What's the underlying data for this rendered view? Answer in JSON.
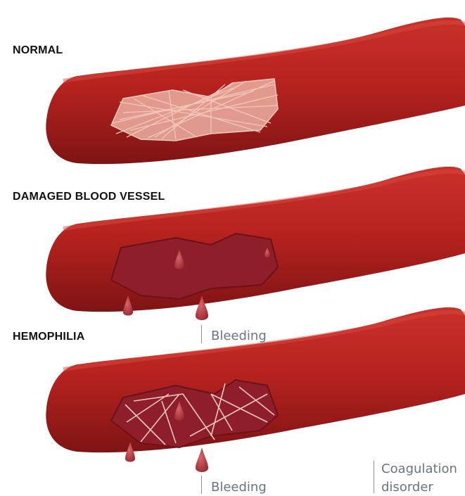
{
  "panels": {
    "normal": {
      "title": "NORMAL"
    },
    "damaged": {
      "title": "DAMAGED BLOOD VESSEL",
      "label": "Bleeding"
    },
    "hemophilia": {
      "title": "HEMOPHILIA",
      "label": "Bleeding",
      "label2_line1": "Coagulation",
      "label2_line2": "disorder"
    }
  },
  "colors": {
    "vessel": "#b8231f",
    "vessel_dark": "#7e1414",
    "wound": "#8e1f2a",
    "fibrin": "#f2c6b8",
    "callout_text": "#6b7480"
  }
}
